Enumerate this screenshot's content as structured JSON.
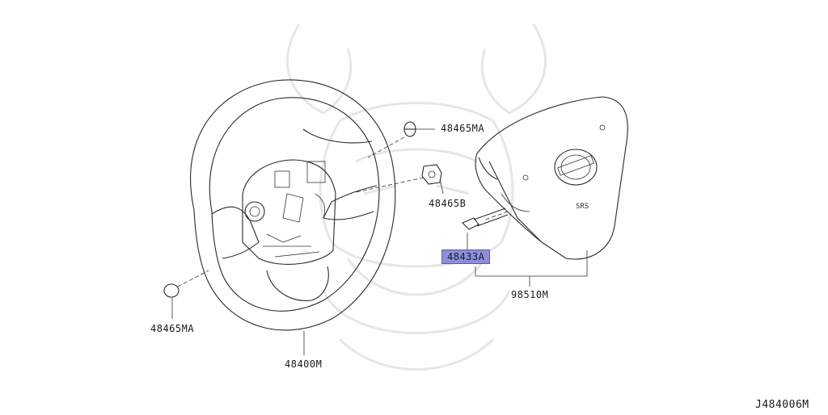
{
  "diagram_code": "J484006M",
  "callouts": [
    {
      "id": "48465MA-top",
      "text": "48465MA",
      "highlighted": false
    },
    {
      "id": "48465B",
      "text": "48465B",
      "highlighted": false
    },
    {
      "id": "48433A",
      "text": "48433A",
      "highlighted": true
    },
    {
      "id": "98510M",
      "text": "98510M",
      "highlighted": false
    },
    {
      "id": "48465MA-left",
      "text": "48465MA",
      "highlighted": false
    },
    {
      "id": "48400M",
      "text": "48400M",
      "highlighted": false
    }
  ],
  "colors": {
    "highlight": "#8f8fd8",
    "line": "#2a2a2a",
    "watermark": "#e6e6e6"
  }
}
